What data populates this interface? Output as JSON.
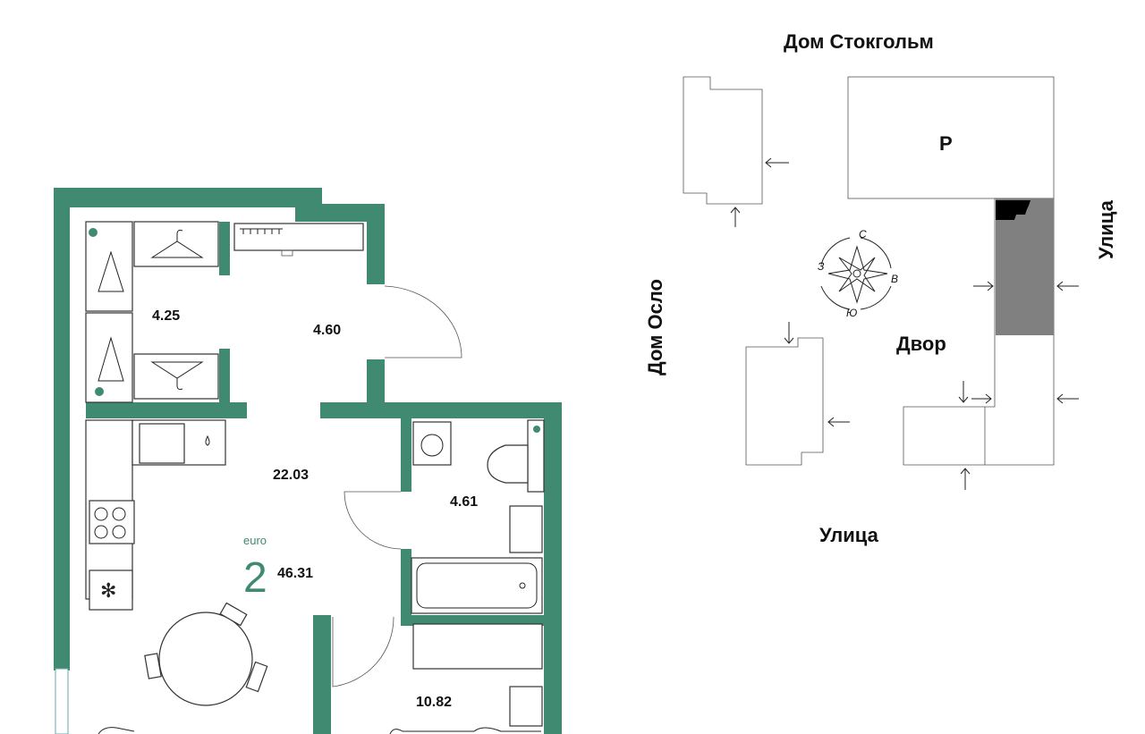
{
  "floorplan": {
    "rooms": [
      {
        "id": "wardrobe",
        "area": "4.25"
      },
      {
        "id": "hall",
        "area": "4.60"
      },
      {
        "id": "kitchen-living",
        "area": "22.03"
      },
      {
        "id": "bathroom",
        "area": "4.61"
      },
      {
        "id": "bedroom",
        "area": "10.82"
      }
    ],
    "apartment": {
      "type_label": "euro",
      "rooms_count": "2",
      "total_area": "46.31"
    },
    "colors": {
      "walls": "#3f8a71",
      "accent_text": "#3f8a71"
    }
  },
  "siteplan": {
    "top_label": "Дом Стокгольм",
    "left_label": "Дом Осло",
    "right_label": "Улица",
    "bottom_label": "Улица",
    "courtyard_label": "Двор",
    "parking_label": "Р",
    "compass": {
      "n": "С",
      "s": "Ю",
      "w": "З",
      "e": "В"
    },
    "colors": {
      "highlight_building": "#808080",
      "entrance_marker": "#000000"
    }
  }
}
